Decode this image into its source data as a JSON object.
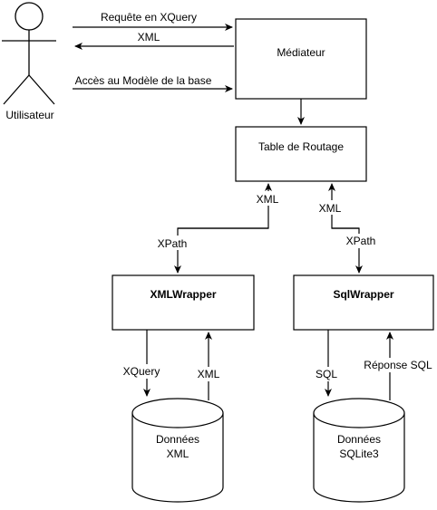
{
  "actor": {
    "label": "Utilisateur"
  },
  "nodes": {
    "mediateur": "Médiateur",
    "table_routage": "Table de Routage",
    "xml_wrapper": "XMLWrapper",
    "sql_wrapper": "SqlWrapper",
    "db_xml": {
      "line1": "Données",
      "line2": "XML"
    },
    "db_sqlite": {
      "line1": "Données",
      "line2": "SQLite3"
    }
  },
  "edges": {
    "requete_xquery": "Requête en XQuery",
    "xml_to_user": "XML",
    "acces_modele": "Accès au Modèle de la base",
    "xml_left_up": "XML",
    "xpath_left_down": "XPath",
    "xml_right_up": "XML",
    "xpath_right_down": "XPath",
    "xquery_down": "XQuery",
    "xml_db_up": "XML",
    "sql_down": "SQL",
    "reponse_sql_up": "Réponse SQL"
  },
  "colors": {
    "stroke": "#000000",
    "fill": "#ffffff"
  }
}
